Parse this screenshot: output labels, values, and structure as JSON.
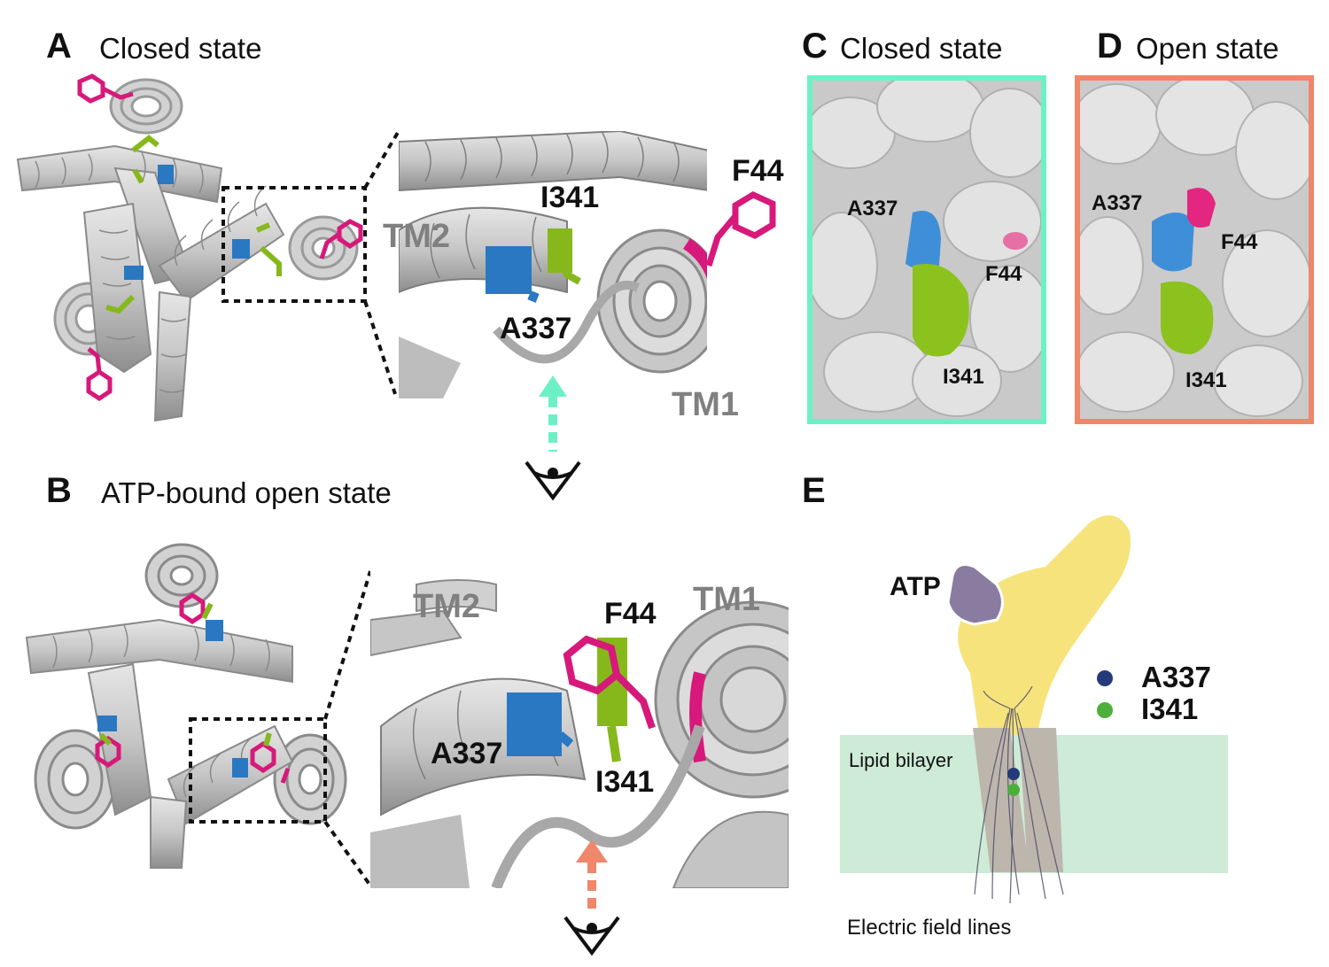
{
  "panels": {
    "A": {
      "letter": "A",
      "title": "Closed state"
    },
    "B": {
      "letter": "B",
      "title": "ATP-bound open state"
    },
    "C": {
      "letter": "C",
      "title": "Closed state"
    },
    "D": {
      "letter": "D",
      "title": "Open state"
    },
    "E": {
      "letter": "E"
    }
  },
  "zoom_closed": {
    "tm2": "TM2",
    "tm1": "TM1",
    "f44": "F44",
    "i341": "I341",
    "a337": "A337"
  },
  "zoom_open": {
    "tm2": "TM2",
    "tm1": "TM1",
    "f44": "F44",
    "i341": "I341",
    "a337": "A337"
  },
  "surface_closed": {
    "a337": "A337",
    "f44": "F44",
    "i341": "I341"
  },
  "surface_open": {
    "a337": "A337",
    "f44": "F44",
    "i341": "I341"
  },
  "schematic": {
    "atp": "ATP",
    "legend": [
      {
        "label": "A337",
        "color": "#243a7a"
      },
      {
        "label": "I341",
        "color": "#4caf3a"
      }
    ],
    "bilayer": "Lipid bilayer",
    "field": "Electric field lines"
  },
  "colors": {
    "f44": "#d6197a",
    "a337": "#2a78c2",
    "i341": "#86b81c",
    "closed_frame": "#6ef0c6",
    "open_frame": "#f0866a",
    "helix": "#c4c4c4",
    "atp": "#8a7ca0",
    "protein": "#f6e37c",
    "bilayer": "#cdebd6",
    "tm_segment": "#bdb6ac"
  }
}
